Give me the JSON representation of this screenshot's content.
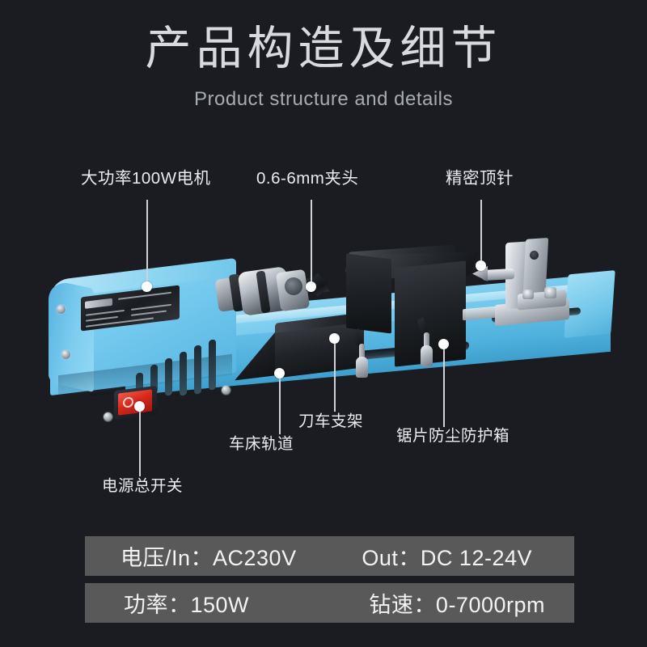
{
  "header": {
    "title": "产品构造及细节",
    "subtitle": "Product structure and details"
  },
  "callouts": [
    {
      "id": "motor",
      "label": "大功率100W电机"
    },
    {
      "id": "chuck",
      "label": "0.6-6mm夹头"
    },
    {
      "id": "center-pin",
      "label": "精密顶针"
    },
    {
      "id": "tool-rest",
      "label": "刀车支架"
    },
    {
      "id": "dust-box",
      "label": "锯片防尘防护箱"
    },
    {
      "id": "bed-rail",
      "label": "车床轨道"
    },
    {
      "id": "power-switch",
      "label": "电源总开关"
    }
  ],
  "specs": {
    "rows": [
      {
        "left": "电压/In：AC230V",
        "right": "Out：DC  12-24V"
      },
      {
        "left": "功率：150W",
        "right": "钻速：0-7000rpm"
      }
    ]
  },
  "colors": {
    "background": "#1b1c21",
    "title_text": "#d8dade",
    "subtitle_text": "#a7abb2",
    "label_text": "#e9ebee",
    "leader_line": "#cfd3d8",
    "marker_dot": "#ffffff",
    "spec_bar_bg": "#595959",
    "spec_bar_text": "#f2f3f5",
    "product_blue": "#7ccdee",
    "product_black": "#1e2125",
    "product_silver": "#b3b9c0",
    "switch_red": "#d9291c"
  }
}
